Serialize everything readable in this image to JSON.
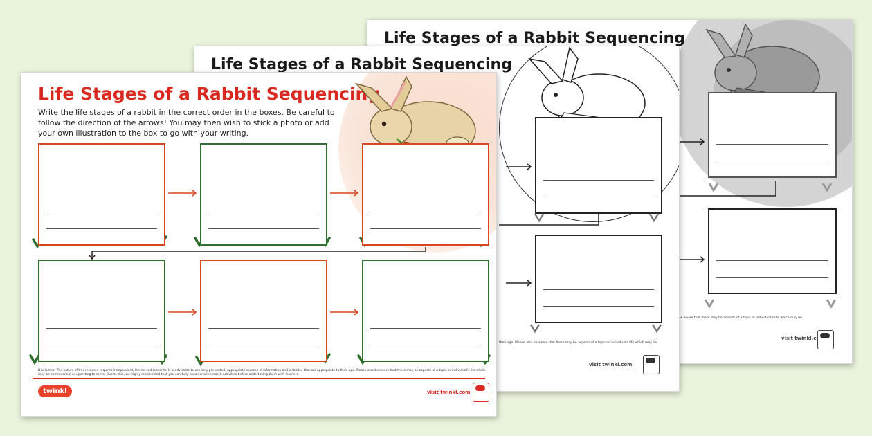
{
  "worksheet": {
    "title": "Life Stages of a Rabbit Sequencing",
    "instructions": "Write the life stages of a rabbit in the correct order in the boxes. Be careful to follow the direction of the arrows! You may then wish to stick a photo or add your own illustration to the box to go with your writing.",
    "disclaimer": "Disclaimer: The nature of this resource requires independent, learner-led research. It is advisable to use only pre-vetted, appropriate sources of information and websites that are appropriate to their age. Please also be aware that there may be aspects of a topic or individual's life which may be controversial or upsetting to some. Due to this, we highly recommend that you carefully consider all research activities before undertaking them with learners.",
    "visit_text": "visit twinkl.com",
    "logo_text": "twinkl"
  },
  "back_sheets": {
    "ghost_title": "Life Stages of a Rabbit Sequencing",
    "footer_fragment": "their age. Please also be aware that there may be aspects of a topic or individual's life which may be",
    "footer_fragment_2": "their age. Please also be aware that there may be aspects of a topic or individual's life which may be",
    "visit_text": "visit twinkl.com"
  },
  "colors": {
    "background": "#eaf3dc",
    "title_red": "#d8281f",
    "box_red": "#d8461f",
    "box_green": "#2e6e2e",
    "carrot": "#f07a1a"
  }
}
